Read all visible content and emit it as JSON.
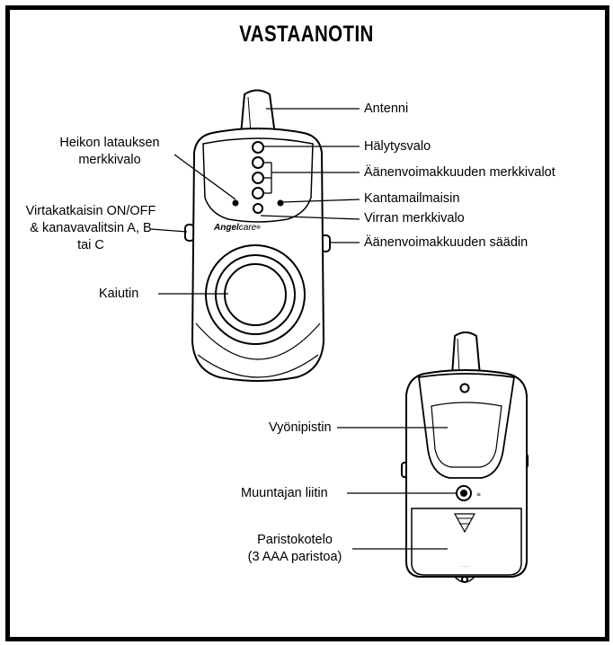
{
  "diagram": {
    "title": "VASTAANOTIN",
    "front_labels": {
      "antenna": "Antenni",
      "alarm_light": "Hälytysvalo",
      "volume_lights": "Äänenvoimakkuuden merkkivalot",
      "base_indicator": "Kantamailmaisin",
      "power_light": "Virran merkkivalo",
      "volume_control": "Äänenvoimakkuuden säädin",
      "low_battery_line1": "Heikon latauksen",
      "low_battery_line2": "merkkivalo",
      "power_switch_line1": "Virtakatkaisin ON/OFF",
      "power_switch_line2": "& kanavavalitsin A, B",
      "power_switch_line3": "tai C",
      "speaker": "Kaiutin"
    },
    "back_labels": {
      "belt_clip": "Vyönipistin",
      "adapter_jack": "Muuntajan liitin",
      "battery_line1": "Paristokotelo",
      "battery_line2": "(3 AAA paristoa)"
    },
    "device_text": {
      "brand_prefix": "Angel",
      "brand_suffix": "care",
      "brand_mark": "®"
    }
  }
}
